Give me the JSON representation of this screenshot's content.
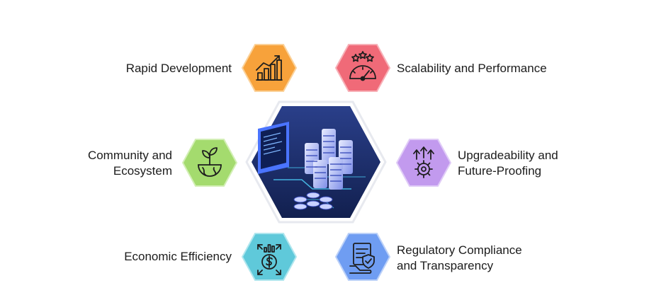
{
  "features": {
    "rapid_development": {
      "label": "Rapid Development",
      "color": "#F7A23B",
      "icon": "growth-chart-icon"
    },
    "scalability": {
      "label": "Scalability and Performance",
      "color": "#F06A78",
      "icon": "speedometer-stars-icon"
    },
    "community": {
      "line1": "Community and",
      "line2": "Ecosystem",
      "color": "#A4DB6E",
      "icon": "globe-sprout-icon"
    },
    "upgradeability": {
      "line1": "Upgradeability and",
      "line2": "Future-Proofing",
      "color": "#C29AEE",
      "icon": "gear-arrows-icon"
    },
    "economic": {
      "label": "Economic Efficiency",
      "color": "#5FC9DA",
      "icon": "dollar-coin-icon"
    },
    "regulatory": {
      "line1": "Regulatory Compliance",
      "line2": "and Transparency",
      "color": "#6F9DF2",
      "icon": "compliance-document-icon"
    }
  },
  "center": {
    "icon": "server-infrastructure-illustration"
  }
}
